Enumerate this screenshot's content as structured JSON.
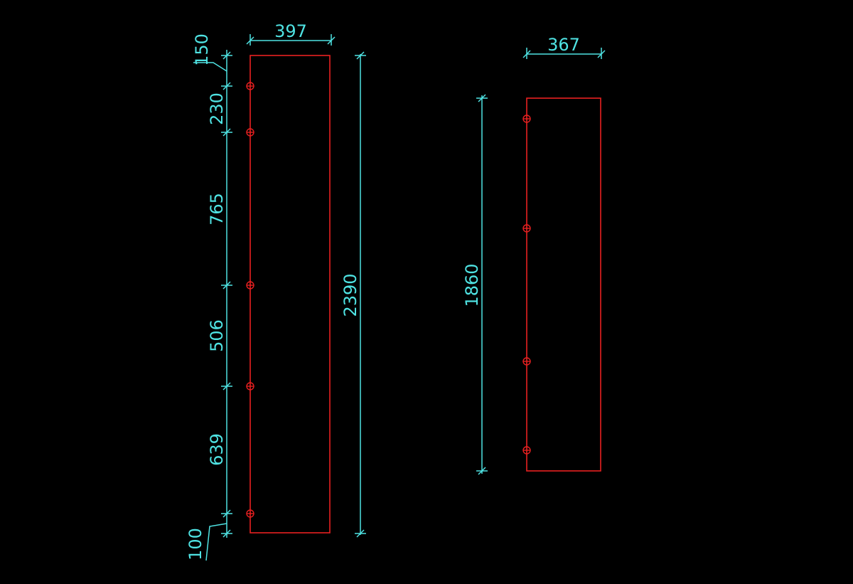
{
  "drawing": {
    "background_color": "#000000",
    "dimension_color": "#4fe3e3",
    "part_color": "#e82020"
  },
  "left_panel": {
    "width_label": "397",
    "overall_height_label": "2390",
    "spacing_labels": [
      "150",
      "230",
      "765",
      "506",
      "639",
      "100"
    ],
    "hole_count": 5
  },
  "right_panel": {
    "width_label": "367",
    "overall_height_label": "1860",
    "hole_count": 4
  }
}
